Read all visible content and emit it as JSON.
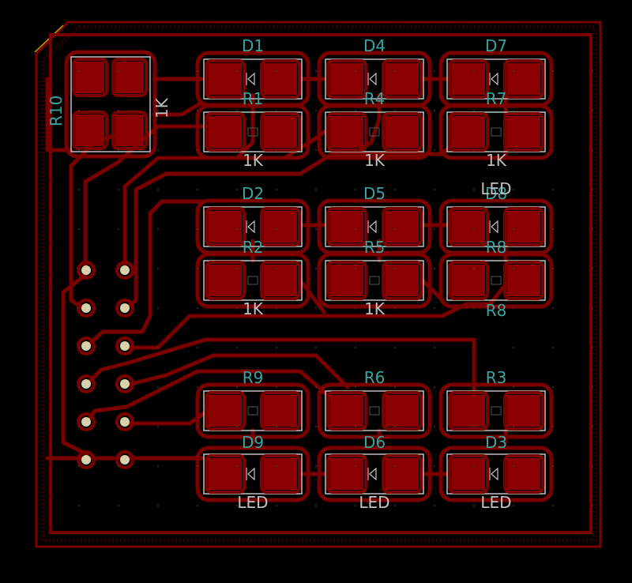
{
  "colors": {
    "background": "#000000",
    "copper": "#7a0000",
    "pad": "#8b0000",
    "clearance": "#c0c0c0",
    "silk_ref": "#3aa3a0",
    "silk_val": "#c0c0c0",
    "edge": "#c8a000"
  },
  "leds": [
    {
      "ref": "D1",
      "value": ""
    },
    {
      "ref": "D4",
      "value": ""
    },
    {
      "ref": "D7",
      "value": ""
    },
    {
      "ref": "D2",
      "value": ""
    },
    {
      "ref": "D5",
      "value": ""
    },
    {
      "ref": "D8",
      "value": "LED"
    },
    {
      "ref": "D9",
      "value": "LED"
    },
    {
      "ref": "D6",
      "value": "LED"
    },
    {
      "ref": "D3",
      "value": "LED"
    }
  ],
  "resistors": [
    {
      "ref": "R1",
      "value": "1K"
    },
    {
      "ref": "R4",
      "value": "1K"
    },
    {
      "ref": "R7",
      "value": "1K"
    },
    {
      "ref": "R2",
      "value": "1K"
    },
    {
      "ref": "R5",
      "value": "1K"
    },
    {
      "ref": "R8",
      "value": ""
    },
    {
      "ref": "R9",
      "value": ""
    },
    {
      "ref": "R6",
      "value": ""
    },
    {
      "ref": "R3",
      "value": ""
    }
  ],
  "extra_labels": [
    {
      "text": "LED"
    },
    {
      "text": "R8"
    }
  ],
  "connector": {
    "ref": "R10",
    "value": "1K"
  },
  "header": {
    "pin_count": 12
  }
}
